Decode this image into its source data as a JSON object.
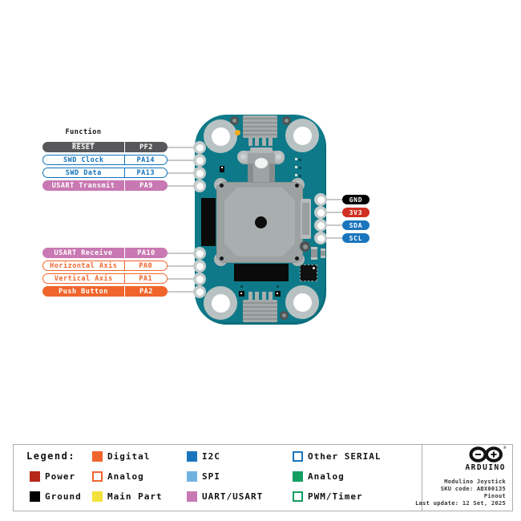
{
  "function_header": "Function",
  "left_pins": [
    {
      "function": "RESET",
      "pin": "PF2",
      "type": "reset"
    },
    {
      "function": "SWD Clock",
      "pin": "PA14",
      "type": "other-serial"
    },
    {
      "function": "SWD Data",
      "pin": "PA13",
      "type": "other-serial"
    },
    {
      "function": "USART Transmit",
      "pin": "PA9",
      "type": "uart-usart"
    },
    {
      "function": "USART Receive",
      "pin": "PA10",
      "type": "uart-usart"
    },
    {
      "function": "Horizontal Axis",
      "pin": "PA0",
      "type": "analog"
    },
    {
      "function": "Vertical Axis",
      "pin": "PA1",
      "type": "analog"
    },
    {
      "function": "Push Button",
      "pin": "PA2",
      "type": "digital"
    }
  ],
  "right_pins": [
    {
      "label": "GND",
      "type": "ground"
    },
    {
      "label": "3V3",
      "type": "power"
    },
    {
      "label": "SDA",
      "type": "i2c"
    },
    {
      "label": "SCL",
      "type": "i2c"
    }
  ],
  "legend": {
    "title": "Legend:",
    "items": [
      {
        "label": "Power",
        "swatch": "power"
      },
      {
        "label": "Ground",
        "swatch": "ground"
      },
      {
        "label": "Digital",
        "swatch": "digital"
      },
      {
        "label": "Analog",
        "swatch": "analog-outline"
      },
      {
        "label": "Main Part",
        "swatch": "main-part"
      },
      {
        "label": "I2C",
        "swatch": "i2c"
      },
      {
        "label": "SPI",
        "swatch": "spi"
      },
      {
        "label": "UART/USART",
        "swatch": "uart-usart"
      },
      {
        "label": "Other SERIAL",
        "swatch": "other-serial-outline"
      },
      {
        "label": "Analog",
        "swatch": "analog-green"
      },
      {
        "label": "PWM/Timer",
        "swatch": "pwm-timer-outline"
      }
    ]
  },
  "info_box": {
    "brand": "ARDUINO",
    "product": "Modulino Joystick",
    "sku": "SKU code: ABX00135",
    "doc_type": "Pinout",
    "last_update": "Last update: 12 Set, 2025"
  },
  "colors": {
    "board_teal": "#0E7A89",
    "pill_gray": "#58585B",
    "other_serial_blue": "#1173BC",
    "uart_pink": "#C878B2",
    "digital_orange": "#F0652C",
    "power_red_pill": "#D02F21",
    "legend_power_red": "#B5281C",
    "ground_black": "#000000",
    "i2c_blue": "#1B75BC",
    "spi_light_blue": "#6FB2E0",
    "analog_green": "#149E62",
    "main_part_yellow": "#F2E23B",
    "wire_gray": "#C9C9C9"
  }
}
